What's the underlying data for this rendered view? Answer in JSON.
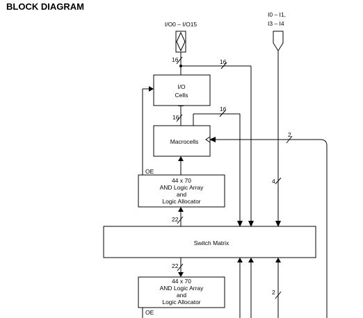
{
  "title": "BLOCK DIAGRAM",
  "pins": {
    "io_label": "I/O0 – I/O15",
    "input_label_line1": "I0 – I1,",
    "input_label_line2": "I3 – I4"
  },
  "blocks": {
    "io_cells": [
      "I/O",
      "Cells"
    ],
    "macrocells": "Macrocells",
    "and_array_top": [
      "44 x 70",
      "AND Logic Array",
      "and",
      "Logic Allocator"
    ],
    "switch_matrix": "Switch Matrix",
    "and_array_bottom": [
      "44 x 70",
      "AND Logic Array",
      "and",
      "Logic Allocator"
    ]
  },
  "bus_widths": {
    "io_pin": "16",
    "io_bypass": "16",
    "macro_to_io": "16",
    "macro_feedback": "16",
    "clock_in": "2",
    "input_pins": "4",
    "array_to_matrix": "22",
    "matrix_to_array": "22",
    "lower_clock": "2"
  },
  "oe_labels": {
    "top": "OE",
    "bottom": "OE"
  }
}
